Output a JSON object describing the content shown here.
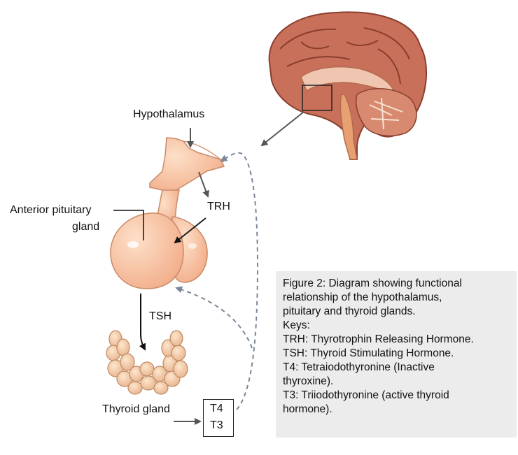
{
  "labels": {
    "hypothalamus": "Hypothalamus",
    "trh": "TRH",
    "anterior_pituitary_line1": "Anterior pituitary",
    "anterior_pituitary_line2": "gland",
    "tsh": "TSH",
    "thyroid_gland": "Thyroid gland"
  },
  "hormone_box": {
    "t4": "T4",
    "t3": "T3"
  },
  "caption": {
    "lines": [
      "Figure 2: Diagram showing functional",
      "relationship of the hypothalamus,",
      "pituitary and thyroid glands.",
      "Keys:",
      "TRH: Thyrotrophin Releasing Hormone.",
      "TSH: Thyroid Stimulating Hormone.",
      "T4: Tetraiodothyronine (Inactive",
      "thyroxine).",
      "T3: Triiodothyronine (active thyroid",
      "hormone)."
    ]
  },
  "colors": {
    "gland_fill": "#f9c4a0",
    "gland_stroke": "#c98a68",
    "brain_cortex": "#c8705a",
    "brain_stem": "#e8a070",
    "cerebellum": "#d88a70",
    "arrow_solid": "#555555",
    "arrow_feedback": "#7a8799",
    "caption_bg": "#ececec"
  }
}
